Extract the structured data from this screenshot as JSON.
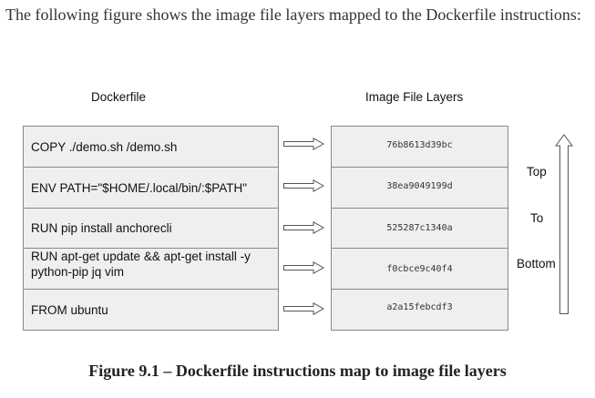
{
  "intro_text": "The following figure shows the image file layers mapped to the Dockerfile instructions:",
  "dockerfile_header": "Dockerfile",
  "layers_header": "Image File Layers",
  "rows": [
    {
      "instruction": "COPY ./demo.sh /demo.sh",
      "layer": "76b8613d39bc"
    },
    {
      "instruction": "ENV PATH=\"$HOME/.local/bin/:$PATH\"",
      "layer": "38ea9049199d"
    },
    {
      "instruction": "RUN pip install anchorecli",
      "layer": "525287c1340a"
    },
    {
      "instruction": "RUN apt-get update && apt-get install -y python-pip jq vim",
      "layer": "f0cbce9c40f4"
    },
    {
      "instruction": "FROM ubuntu",
      "layer": "a2a15febcdf3"
    }
  ],
  "order_labels": {
    "top": "Top",
    "to": "To",
    "bottom": "Bottom"
  },
  "caption": "Figure 9.1 – Dockerfile instructions map to image file layers",
  "colors": {
    "cell_fill": "#efefef",
    "border": "#888888"
  }
}
